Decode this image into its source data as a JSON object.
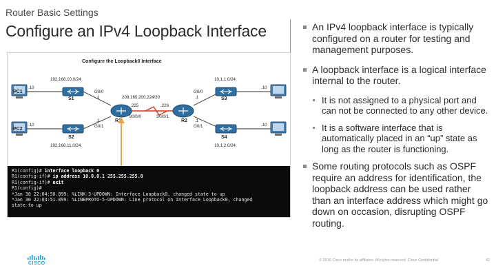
{
  "header": {
    "section": "Router Basic Settings",
    "title": "Configure an IPv4 Loopback Interface"
  },
  "diagram": {
    "title": "Configure the Loopback0 Interface",
    "pc1": "PC1",
    "pc2": "PC2",
    "s1": "S1",
    "s2": "S2",
    "s3": "S3",
    "s4": "S4",
    "r1": "R1",
    "r2": "R2",
    "net_tl": "192.168.10.0/24",
    "net_bl": "192.168.11.0/24",
    "net_tr": "10.1.1.0/24",
    "net_br": "10.1.2.0/24",
    "net_wan": "209.165.200.224/30",
    "pc1_ip": ".10",
    "pc2_ip": ".10",
    "r1_g00": "G0/0",
    "r1_g00_ip": ".1",
    "r1_g01": "G0/1",
    "r1_g01_ip": ".1",
    "r1_s000": "S0/0/0",
    "r1_s000_ip": ".225",
    "r2_s001": "S0/0/1",
    "r2_s001_ip": ".226",
    "r2_g00": "G0/0",
    "r2_g00_ip": ".1",
    "r2_g01": "G0/1",
    "r2_g01_ip": ".1",
    "r2_tr_host": ".10",
    "r2_br_host": ".10"
  },
  "terminal": {
    "lines": [
      {
        "prompt": "R1(config)# ",
        "cmd": "interface loopback 0"
      },
      {
        "prompt": "R1(config-if)# ",
        "cmd": "ip address 10.0.0.1 255.255.255.0"
      },
      {
        "prompt": "R1(config-if)# ",
        "cmd": "exit"
      },
      {
        "prompt": "R1(config)#",
        "cmd": ""
      },
      {
        "prompt": "",
        "cmd": "*Jan 30 22:04:50.899: %LINK-3-UPDOWN: Interface Loopback0, changed state to up"
      },
      {
        "prompt": "",
        "cmd": "*Jan 30 22:04:51.899: %LINEPROTO-5-UPDOWN: Line protocol on Interface Loopback0, changed"
      },
      {
        "prompt": "",
        "cmd": "state to up"
      }
    ]
  },
  "bullets": {
    "b1": "An IPv4 loopback interface is typically configured on a router for testing and management purposes.",
    "b2": "A loopback interface is a logical interface internal to the router.",
    "b2_sub1": "It is not assigned to a physical port and can not be connected to any other device.",
    "b2_sub2": "It is a software interface that is automatically placed in an “up” state as long as the router is functioning.",
    "b3": "Some routing protocols such as OSPF require an address for identification, the loopback address can be used rather than an interface address which might go down on occasion, disrupting OSPF routing."
  },
  "footer": {
    "copyright": "© 2016 Cisco and/or its affiliates. All rights reserved.   Cisco Confidential",
    "page": "42",
    "logo_word": "CISCO"
  },
  "colors": {
    "cisco_blue": "#1ba0d7",
    "arrow_orange": "#e8a14b",
    "router_blue": "#2f6f9f",
    "link_red": "#d13a2a"
  }
}
